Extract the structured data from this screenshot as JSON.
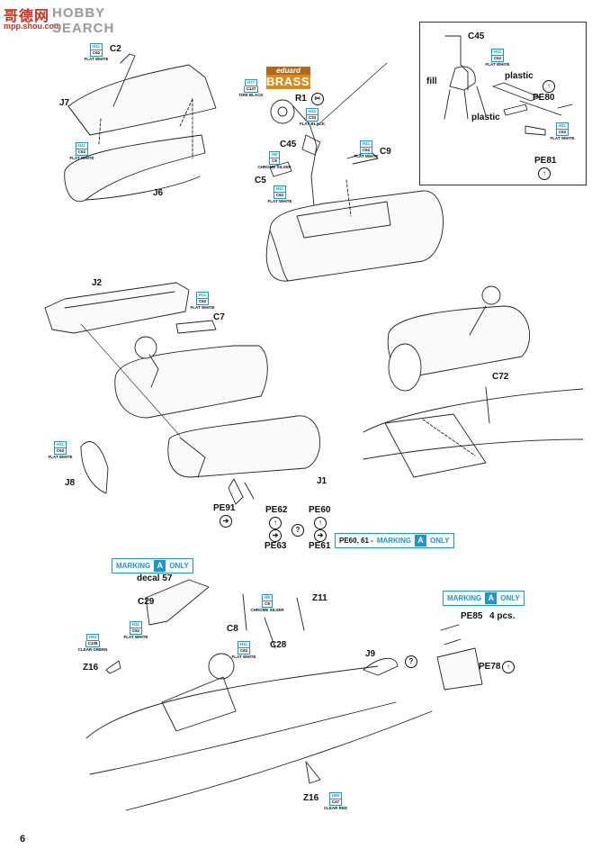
{
  "watermark": {
    "logo": "哥德网",
    "sub": "mpp.shou.com",
    "text": "HOBBY SEARCH"
  },
  "brassin": {
    "top": "eduard",
    "bottom": "BRASSIN"
  },
  "page_number": "6",
  "labels": {
    "c2": "C2",
    "j7": "J7",
    "j6": "J6",
    "r1": "R1",
    "c45": "C45",
    "c5": "C5",
    "c9": "C9",
    "c45_inset": "C45",
    "fill": "fill",
    "plastic1": "plastic",
    "plastic2": "plastic",
    "pe80": "PE80",
    "pe81": "PE81",
    "j2": "J2",
    "c7": "C7",
    "j8": "J8",
    "j1": "J1",
    "c72": "C72",
    "pe91": "PE91",
    "pe62": "PE62",
    "pe63": "PE63",
    "pe60": "PE60",
    "pe61": "PE61",
    "decal57": "decal 57",
    "c29": "C29",
    "c8": "C8",
    "c28": "C28",
    "z11": "Z11",
    "z16a": "Z16",
    "j9": "J9",
    "z16b": "Z16",
    "pe85": "PE85",
    "pcs4": "4 pcs.",
    "pe78": "PE78"
  },
  "paints": {
    "c2": {
      "code": "H11",
      "code2": "C62",
      "name": "FLAT WHITE"
    },
    "j7": {
      "code": "H11",
      "code2": "C62",
      "name": "FLAT WHITE"
    },
    "r1": {
      "code": "H77",
      "code2": "C137",
      "name": "TIRE BLACK"
    },
    "r1b": {
      "code": "H12",
      "code2": "C33",
      "name": "FLAT BLACK"
    },
    "c45": {
      "code": "H8",
      "code2": "C8",
      "name": "CHROME SILVER"
    },
    "c5": {
      "code": "H11",
      "code2": "C62",
      "name": "FLAT WHITE"
    },
    "c9": {
      "code": "H11",
      "code2": "C62",
      "name": "FLAT WHITE"
    },
    "inset1": {
      "code": "H11",
      "code2": "C62",
      "name": "FLAT WHITE"
    },
    "inset2": {
      "code": "H11",
      "code2": "C62",
      "name": "FLAT WHITE"
    },
    "c7": {
      "code": "H11",
      "code2": "C62",
      "name": "FLAT WHITE"
    },
    "j8": {
      "code": "H11",
      "code2": "C62",
      "name": "FLAT WHITE"
    },
    "c29": {
      "code": "H11",
      "code2": "C62",
      "name": "FLAT WHITE"
    },
    "c8": {
      "code": "H8",
      "code2": "C8",
      "name": "CHROME SILVER"
    },
    "c28": {
      "code": "H11",
      "code2": "C62",
      "name": "FLAT WHITE"
    },
    "z16a": {
      "code": "H94",
      "code2": "C138",
      "name": "CLEAR GREEN"
    },
    "z16b": {
      "code": "H90",
      "code2": "C47",
      "name": "CLEAR RED"
    }
  },
  "marking_note": {
    "prefix": "PE60, 61 -",
    "marking": "MARKING",
    "letter": "A",
    "only": "ONLY"
  },
  "marking1": {
    "marking": "MARKING",
    "letter": "A",
    "only": "ONLY"
  },
  "marking2": {
    "marking": "MARKING",
    "letter": "A",
    "only": "ONLY"
  },
  "icons": {
    "remove": "✂",
    "option": "?",
    "bend": "↑",
    "right": "➔"
  },
  "colors": {
    "accent": "#1e96c8",
    "ink": "#111111",
    "brassin": "#d98a1e",
    "watermark": "#d03020"
  }
}
